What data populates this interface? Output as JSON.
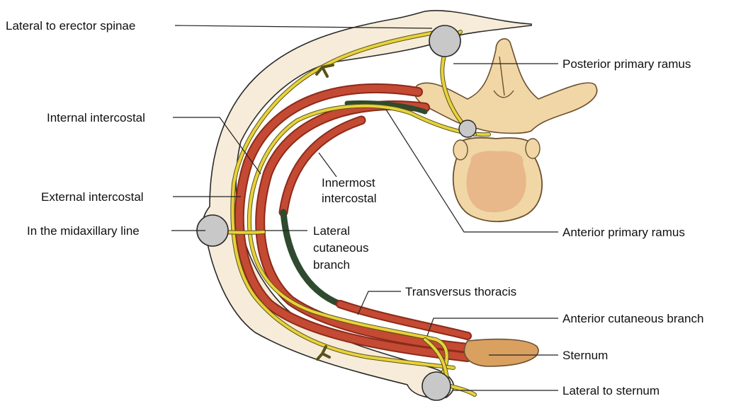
{
  "labels": {
    "lateral_to_erector_spinae": "Lateral to erector spinae",
    "posterior_primary_ramus": "Posterior primary ramus",
    "internal_intercostal": "Internal intercostal",
    "innermost_intercostal_1": "Innermost",
    "innermost_intercostal_2": "intercostal",
    "external_intercostal": "External intercostal",
    "midaxillary_line": "In the midaxillary line",
    "lateral_cutaneous_1": "Lateral",
    "lateral_cutaneous_2": "cutaneous",
    "lateral_cutaneous_3": "branch",
    "anterior_primary_ramus": "Anterior primary ramus",
    "transversus_thoracis": "Transversus thoracis",
    "anterior_cutaneous_branch": "Anterior cutaneous branch",
    "sternum": "Sternum",
    "lateral_to_sternum": "Lateral to sternum"
  },
  "colors": {
    "skin": "#f6ecd9",
    "skin_edge": "#2a2a2a",
    "muscle": "#c44a33",
    "muscle_dark": "#8c2a1a",
    "nerve": "#e8d23c",
    "nerve_edge": "#5a5218",
    "innermost": "#2f4a2e",
    "bone": "#f1d7a6",
    "bone_edge": "#6b5030",
    "marrow": "#e8b88a",
    "node": "#c8c8c8",
    "sternum": "#d9a060",
    "leader": "#222222"
  }
}
